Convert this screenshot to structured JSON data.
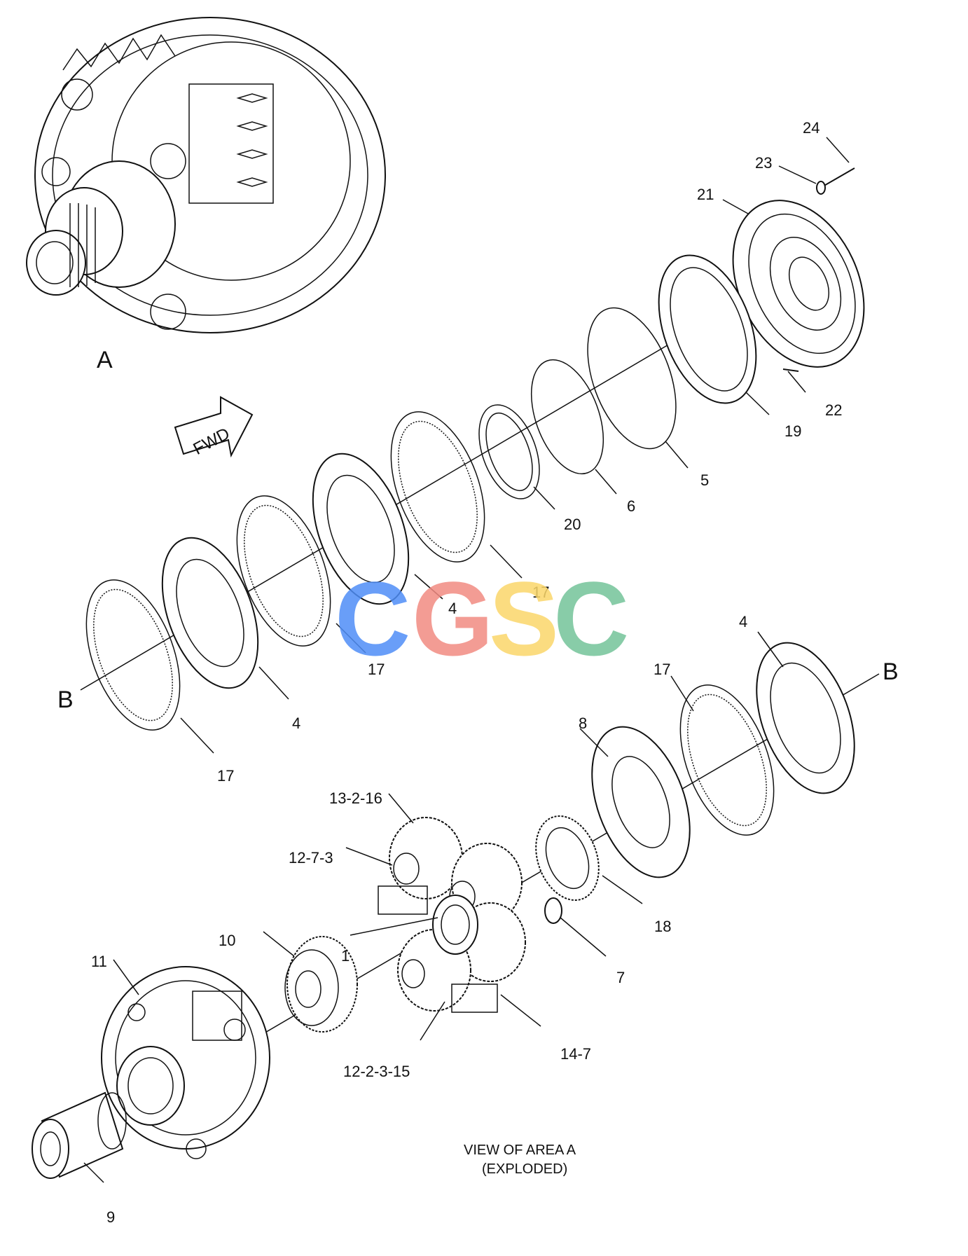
{
  "view_labels": {
    "assembly": "A",
    "section_start": "B",
    "section_end": "B"
  },
  "direction_arrow": {
    "text": "FWD"
  },
  "caption": {
    "line1": "VIEW OF AREA A",
    "line2": "(EXPLODED)"
  },
  "watermark": {
    "letters": [
      "C",
      "G",
      "S",
      "C"
    ],
    "colors": [
      "#4f8ef7",
      "#f28b82",
      "#fbd76a",
      "#74c49a"
    ]
  },
  "callouts": [
    {
      "id": "c24",
      "text": "24"
    },
    {
      "id": "c23",
      "text": "23"
    },
    {
      "id": "c21",
      "text": "21"
    },
    {
      "id": "c22",
      "text": "22"
    },
    {
      "id": "c19",
      "text": "19"
    },
    {
      "id": "c5",
      "text": "5"
    },
    {
      "id": "c6",
      "text": "6"
    },
    {
      "id": "c20",
      "text": "20"
    },
    {
      "id": "c17a",
      "text": "17"
    },
    {
      "id": "c4a",
      "text": "4"
    },
    {
      "id": "c17b",
      "text": "17"
    },
    {
      "id": "c4b",
      "text": "4"
    },
    {
      "id": "c17c",
      "text": "17"
    },
    {
      "id": "c4c",
      "text": "4"
    },
    {
      "id": "c17d",
      "text": "17"
    },
    {
      "id": "c8",
      "text": "8"
    },
    {
      "id": "c13",
      "text": "13-2-16"
    },
    {
      "id": "c12a",
      "text": "12-7-3"
    },
    {
      "id": "c18",
      "text": "18"
    },
    {
      "id": "c10",
      "text": "10"
    },
    {
      "id": "c1",
      "text": "1"
    },
    {
      "id": "c11",
      "text": "11"
    },
    {
      "id": "c7",
      "text": "7"
    },
    {
      "id": "c14",
      "text": "14-7"
    },
    {
      "id": "c12b",
      "text": "12-2-3-15"
    },
    {
      "id": "c9",
      "text": "9"
    }
  ]
}
